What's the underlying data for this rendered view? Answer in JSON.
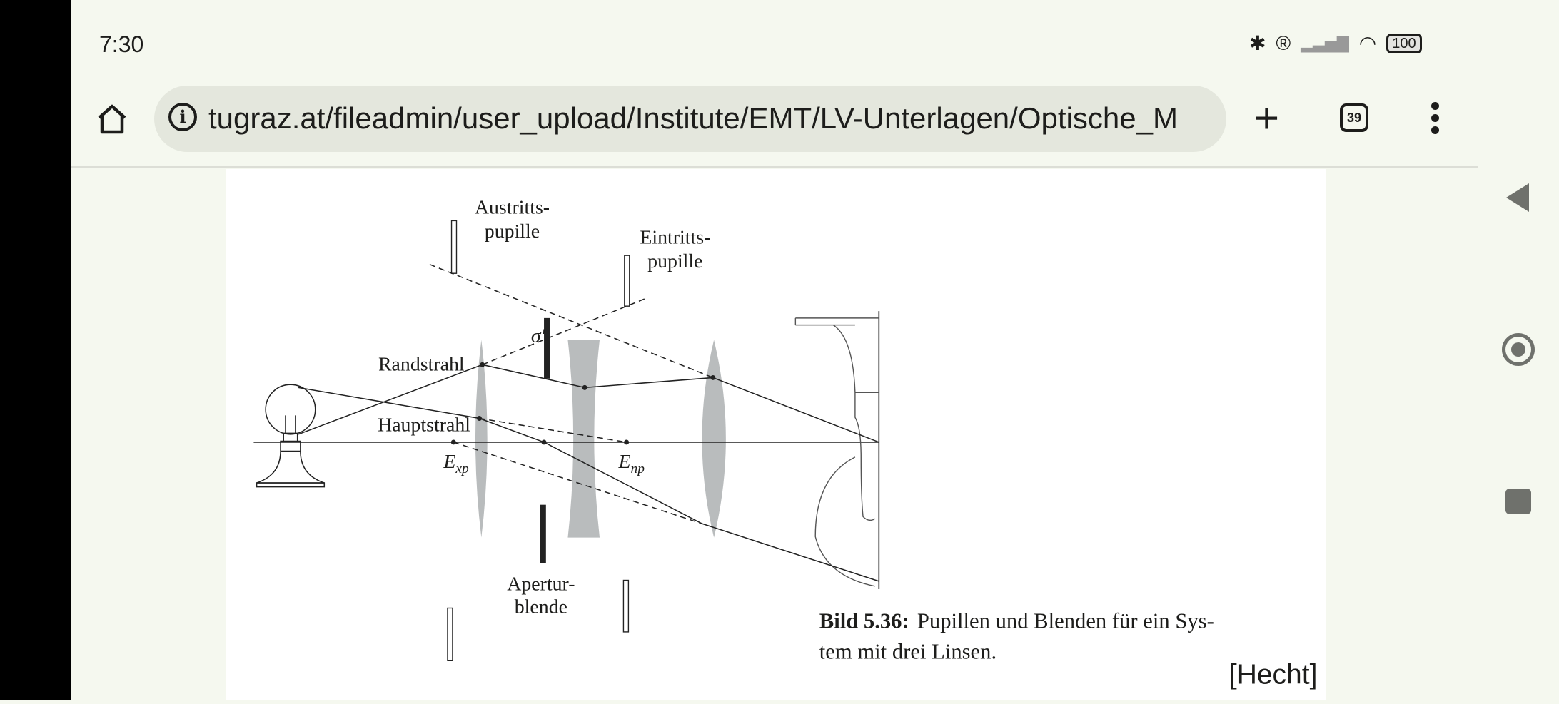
{
  "status_bar": {
    "time": "7:30",
    "icons": [
      "bluetooth-icon",
      "registered-icon",
      "signal-icon",
      "wifi-icon",
      "battery-icon"
    ],
    "battery": "100"
  },
  "browser": {
    "url": "tugraz.at/fileadmin/user_upload/Institute/EMT/LV-Unterlagen/Optische_M",
    "tab_count": "39",
    "new_tab": "+"
  },
  "figure": {
    "labels": {
      "austritts_1": "Austritts-",
      "austritts_2": "pupille",
      "eintritts_1": "Eintritts-",
      "eintritts_2": "pupille",
      "randstrahl": "Randstrahl",
      "hauptstrahl": "Hauptstrahl",
      "sigma": "σ'",
      "exp_E": "E",
      "exp_sub": "xp",
      "enp_E": "E",
      "enp_sub": "np",
      "apertur_1": "Apertur-",
      "apertur_2": "blende"
    },
    "caption_label": "Bild 5.36:",
    "caption_line1": "Pupillen und Blenden für ein Sys-",
    "caption_line2": "tem mit drei Linsen.",
    "source": "[Hecht]"
  },
  "colors": {
    "background": "#f5f8ef",
    "urlbar": "#e4e7dd",
    "lens": "#b9bcbd"
  }
}
